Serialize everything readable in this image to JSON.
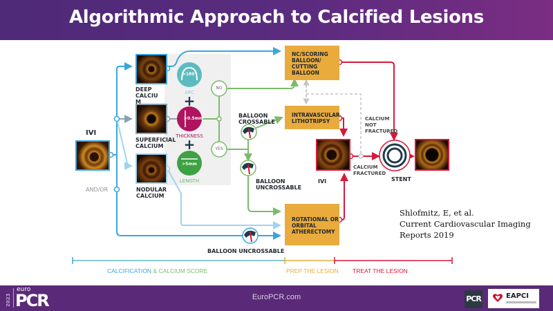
{
  "header": {
    "title": "Algorithmic Approach to Calcified Lesions"
  },
  "colors": {
    "header_bg": "#5b2b7f",
    "footer_bg": "#5a2a78",
    "blue": "#3aa6dc",
    "light_blue": "#9fd4ee",
    "green": "#7cbb6a",
    "red": "#d7183a",
    "orange": "#e9ab3c",
    "magenta": "#b0135f",
    "teal": "#5bbcc0",
    "dark_green": "#3ea143",
    "gray_dashed": "#c4c4c4"
  },
  "diagram": {
    "ivi_left": {
      "label": "IVI"
    },
    "and_or": "AND/OR",
    "calcium_types": [
      {
        "id": "deep",
        "label_lines": [
          "DEEP",
          "CALCIU",
          "M"
        ]
      },
      {
        "id": "superficial",
        "label_lines": [
          "SUPERFICIAL",
          "CALCIUM"
        ]
      },
      {
        "id": "nodular",
        "label_lines": [
          "NODULAR",
          "CALCIUM"
        ]
      }
    ],
    "criteria": [
      {
        "id": "arc",
        "value": ">180°",
        "label": "ARC",
        "color": "#5bbcc0"
      },
      {
        "id": "thickness",
        "value": ">0.5mm",
        "label": "THICKNESS",
        "color": "#b0135f"
      },
      {
        "id": "length",
        "value": ">5mm",
        "label": "LENGTH",
        "color": "#3ea143"
      }
    ],
    "decision": {
      "no": "NO",
      "yes": "YES"
    },
    "balloon_crossable": [
      "BALLOON",
      "CROSSABLE"
    ],
    "balloon_uncrossable": [
      "BALLOON",
      "UNCROSSABLE"
    ],
    "balloon_uncrossable_bottom": "BALLOON UNCROSSABLE",
    "boxes": [
      {
        "id": "nc-scoring",
        "lines": [
          "NC/SCORING",
          "BALLOON/",
          "CUTTING",
          "BALLOON"
        ]
      },
      {
        "id": "ivl",
        "lines": [
          "INTRAVASCULAR",
          "LITHOTRIPSY"
        ]
      },
      {
        "id": "atherectomy",
        "lines": [
          "ROTATIONAL OR",
          "ORBITAL",
          "ATHERECTOMY"
        ]
      }
    ],
    "ivi_right": {
      "label": "IVI"
    },
    "calcium_not_fractured": [
      "CALCIUM",
      "NOT",
      "FRACTURED"
    ],
    "calcium_fractured": [
      "CALCIUM",
      "FRACTURED"
    ],
    "stent": {
      "label": "STENT"
    }
  },
  "citation": {
    "lines": [
      "Shlofmitz, E, et al.",
      "Current Cardiovascular Imaging",
      "Reports 2019"
    ]
  },
  "phases": {
    "calcification": "CALCIFICATION",
    "ampersand": "&",
    "calcium_score": "CALCIUM SCORE",
    "prep": "PREP THE LESION",
    "treat": "TREAT THE LESION"
  },
  "footer": {
    "url": "EuroPCR.com",
    "logo_year": "2023",
    "logo_euro": "euro",
    "logo_pcr": "PCR",
    "pcr_badge": "PCR",
    "eapci": "EAPCI"
  }
}
